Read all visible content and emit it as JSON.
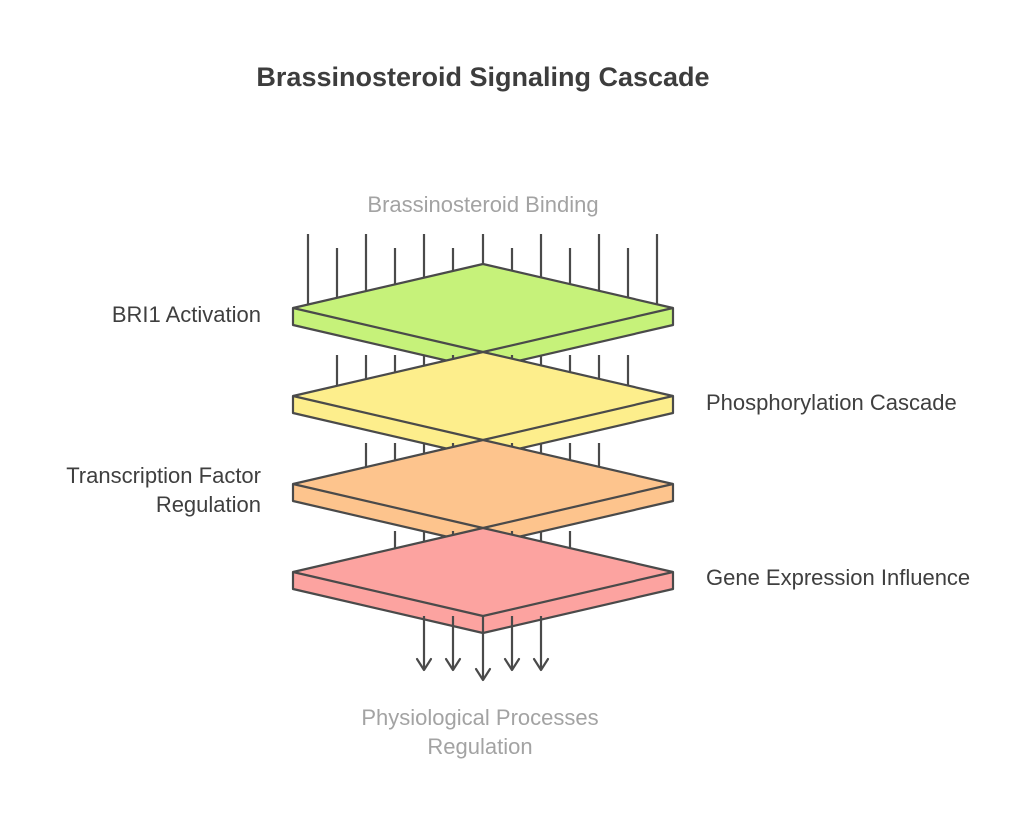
{
  "title": "Brassinosteroid Signaling Cascade",
  "input_label": "Brassinosteroid Binding",
  "output_label": "Physiological Processes Regulation",
  "layers": [
    {
      "label": "BRI1 Activation",
      "color": "#c6f27a"
    },
    {
      "label": "Phosphorylation Cascade",
      "color": "#fdee8c"
    },
    {
      "label": "Transcription Factor Regulation",
      "color": "#fdc48d"
    },
    {
      "label": "Gene Expression Influence",
      "color": "#fca3a0"
    }
  ],
  "colors": {
    "stroke": "#4a4a4a",
    "arrow": "#4a4a4a",
    "muted_label": "#a3a3a3"
  }
}
